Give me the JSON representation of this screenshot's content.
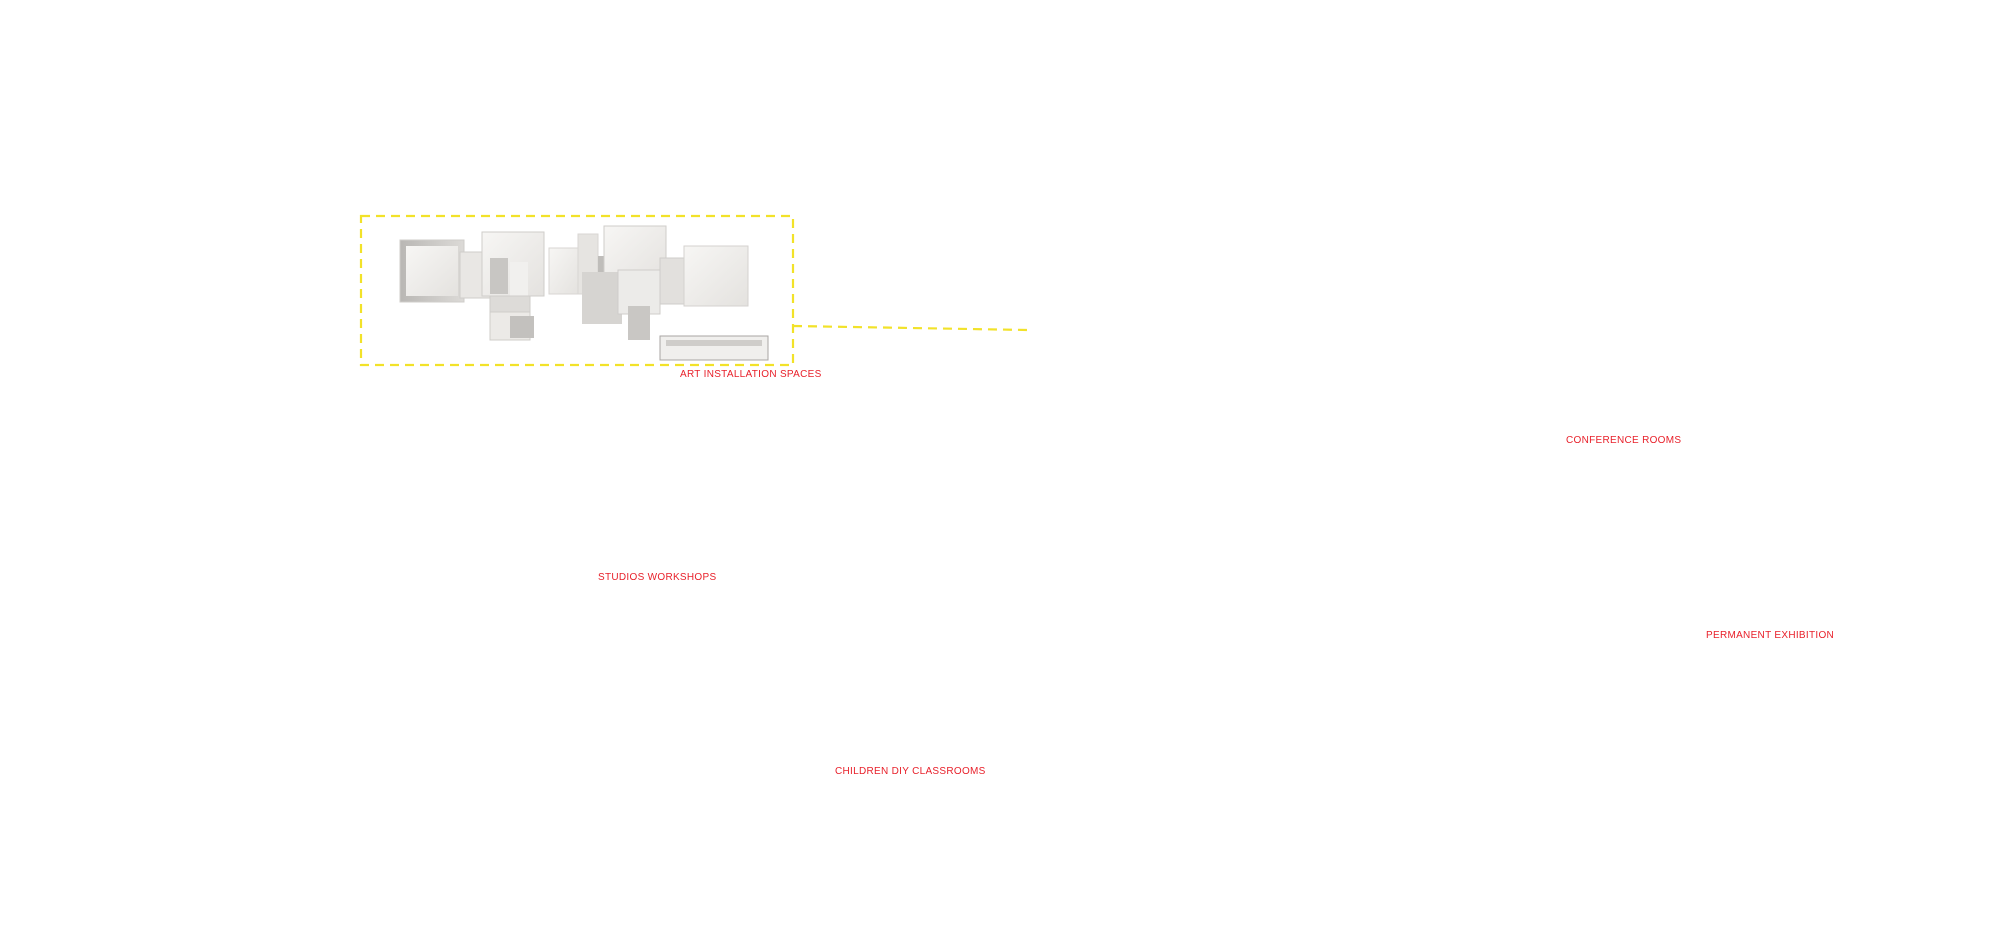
{
  "zones": [
    {
      "id": "art",
      "label": "ART INSTALLATION SPACES",
      "color": "#f2e229"
    },
    {
      "id": "studios",
      "label": "STUDIOS WORKSHOPS",
      "color": "#e23b3b"
    },
    {
      "id": "children",
      "label": "CHILDREN DIY CLASSROOMS",
      "color": "#3a9a3a"
    },
    {
      "id": "conference",
      "label": "CONFERENCE ROOMS",
      "color": "#f2a43a"
    },
    {
      "id": "permanent",
      "label": "PERMANENT EXHIBITION",
      "color": "#5050c8"
    }
  ],
  "label_color": "#e8202a",
  "neutral_outline_color": "#8a8a8a"
}
